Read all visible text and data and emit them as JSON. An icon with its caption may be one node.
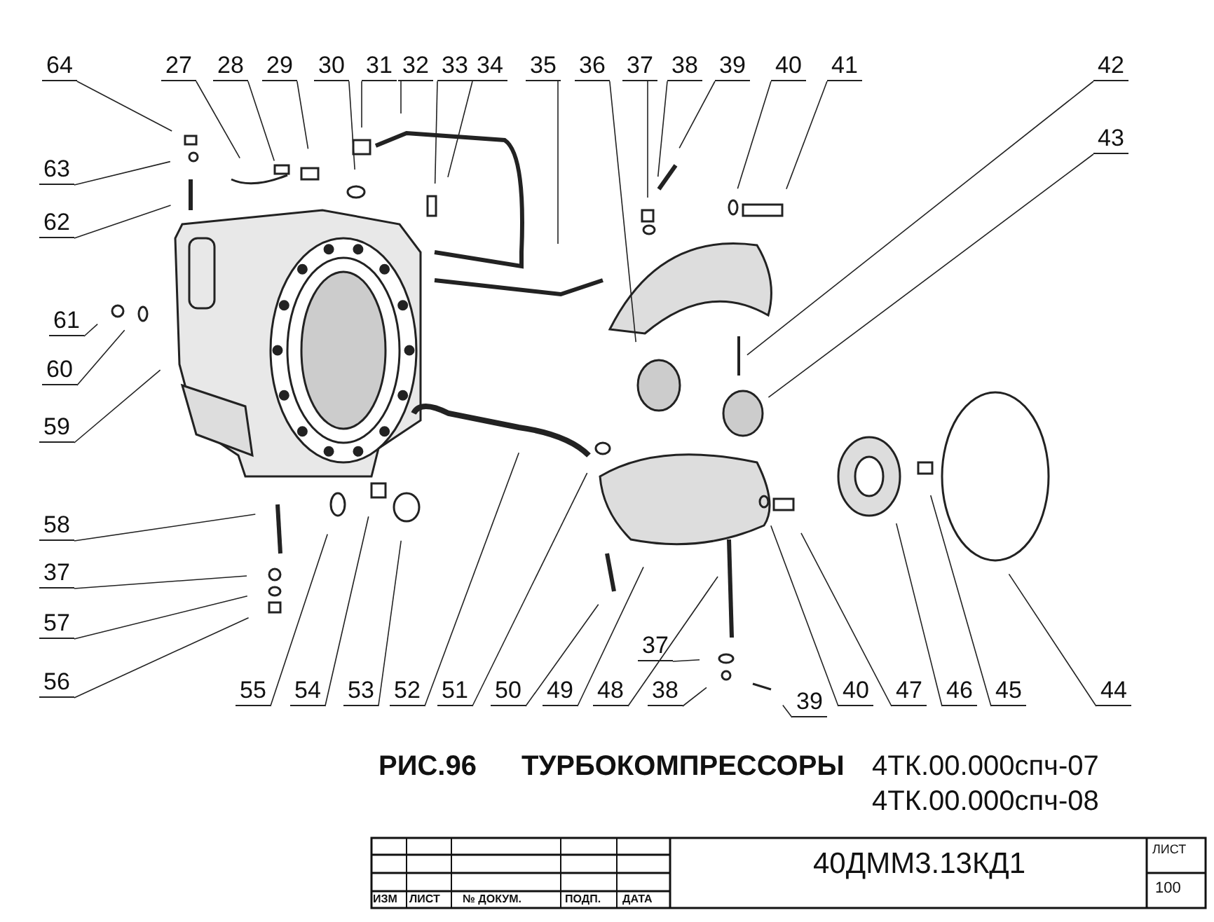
{
  "diagram": {
    "nodes": [
      {
        "text": [
          "64"
        ]
      },
      {
        "text": [
          "27"
        ]
      },
      {
        "text": [
          "28"
        ]
      },
      {
        "text": [
          "29"
        ]
      },
      {
        "text": [
          "30"
        ]
      },
      {
        "text": [
          "31"
        ]
      },
      {
        "text": [
          "32"
        ]
      },
      {
        "text": [
          "33"
        ]
      },
      {
        "text": [
          "34"
        ]
      },
      {
        "text": [
          "35"
        ]
      },
      {
        "text": [
          "36"
        ]
      },
      {
        "text": [
          "37"
        ]
      },
      {
        "text": [
          "38"
        ]
      },
      {
        "text": [
          "39"
        ]
      },
      {
        "text": [
          "40"
        ]
      },
      {
        "text": [
          "41"
        ]
      },
      {
        "text": [
          "42"
        ]
      },
      {
        "text": [
          "43"
        ]
      },
      {
        "text": [
          "63"
        ]
      },
      {
        "text": [
          "62"
        ]
      },
      {
        "text": [
          "61"
        ]
      },
      {
        "text": [
          "60"
        ]
      },
      {
        "text": [
          "59"
        ]
      },
      {
        "text": [
          "58"
        ]
      },
      {
        "text": [
          "37"
        ]
      },
      {
        "text": [
          "57"
        ]
      },
      {
        "text": [
          "56"
        ]
      },
      {
        "text": [
          "37"
        ]
      },
      {
        "text": [
          "38"
        ]
      },
      {
        "text": [
          "55"
        ]
      },
      {
        "text": [
          "54"
        ]
      },
      {
        "text": [
          "53"
        ]
      },
      {
        "text": [
          "52"
        ]
      },
      {
        "text": [
          "51"
        ]
      },
      {
        "text": [
          "50"
        ]
      },
      {
        "text": [
          "49"
        ]
      },
      {
        "text": [
          "48"
        ]
      },
      {
        "text": [
          "39"
        ]
      },
      {
        "text": [
          "40"
        ]
      },
      {
        "text": [
          "47"
        ]
      },
      {
        "text": [
          "46"
        ]
      },
      {
        "text": [
          "45"
        ]
      },
      {
        "text": [
          "44"
        ]
      }
    ],
    "edges": [
      {
        "from": 0,
        "to": null,
        "arrow": "none"
      },
      {
        "from": 1,
        "to": null,
        "arrow": "none"
      },
      {
        "from": 2,
        "to": null,
        "arrow": "none"
      },
      {
        "from": 3,
        "to": null,
        "arrow": "none"
      },
      {
        "from": 4,
        "to": null,
        "arrow": "none"
      },
      {
        "from": 5,
        "to": null,
        "arrow": "none"
      },
      {
        "from": 6,
        "to": null,
        "arrow": "none"
      },
      {
        "from": 7,
        "to": null,
        "arrow": "none"
      },
      {
        "from": 8,
        "to": null,
        "arrow": "none"
      },
      {
        "from": 9,
        "to": null,
        "arrow": "none"
      },
      {
        "from": 10,
        "to": null,
        "arrow": "none"
      },
      {
        "from": 11,
        "to": null,
        "arrow": "none"
      },
      {
        "from": 12,
        "to": null,
        "arrow": "none"
      },
      {
        "from": 13,
        "to": null,
        "arrow": "none"
      },
      {
        "from": 14,
        "to": null,
        "arrow": "none"
      },
      {
        "from": 15,
        "to": null,
        "arrow": "none"
      },
      {
        "from": 16,
        "to": null,
        "arrow": "none"
      },
      {
        "from": 17,
        "to": null,
        "arrow": "none"
      },
      {
        "from": 18,
        "to": null,
        "arrow": "none"
      },
      {
        "from": 19,
        "to": null,
        "arrow": "none"
      },
      {
        "from": 20,
        "to": null,
        "arrow": "none"
      },
      {
        "from": 21,
        "to": null,
        "arrow": "none"
      },
      {
        "from": 22,
        "to": null,
        "arrow": "none"
      },
      {
        "from": 23,
        "to": null,
        "arrow": "none"
      },
      {
        "from": 24,
        "to": null,
        "arrow": "none"
      },
      {
        "from": 25,
        "to": null,
        "arrow": "none"
      },
      {
        "from": 26,
        "to": null,
        "arrow": "none"
      },
      {
        "from": 27,
        "to": null,
        "arrow": "none"
      },
      {
        "from": 28,
        "to": null,
        "arrow": "none"
      },
      {
        "from": 29,
        "to": null,
        "arrow": "none"
      },
      {
        "from": 30,
        "to": null,
        "arrow": "none"
      },
      {
        "from": 31,
        "to": null,
        "arrow": "none"
      },
      {
        "from": 32,
        "to": null,
        "arrow": "none"
      },
      {
        "from": 33,
        "to": null,
        "arrow": "none"
      },
      {
        "from": 34,
        "to": null,
        "arrow": "none"
      },
      {
        "from": 35,
        "to": null,
        "arrow": "none"
      },
      {
        "from": 36,
        "to": null,
        "arrow": "none"
      },
      {
        "from": 37,
        "to": null,
        "arrow": "none"
      },
      {
        "from": 38,
        "to": null,
        "arrow": "none"
      },
      {
        "from": 39,
        "to": null,
        "arrow": "none"
      },
      {
        "from": 40,
        "to": null,
        "arrow": "none"
      },
      {
        "from": 41,
        "to": null,
        "arrow": "none"
      },
      {
        "from": 42,
        "to": null,
        "arrow": "none"
      }
    ],
    "labels": [
      "РИС.96",
      "ТУРБОКОМПРЕССОРЫ",
      "4ТК.00.000спч-07",
      "4ТК.00.000спч-08",
      "40ДММ3.13КД1",
      "ЛИСТ",
      "ИЗМ",
      "ЛИСТ",
      "№ ДОКУМ.",
      "ПОДП.",
      "ДАТА",
      "100"
    ]
  }
}
